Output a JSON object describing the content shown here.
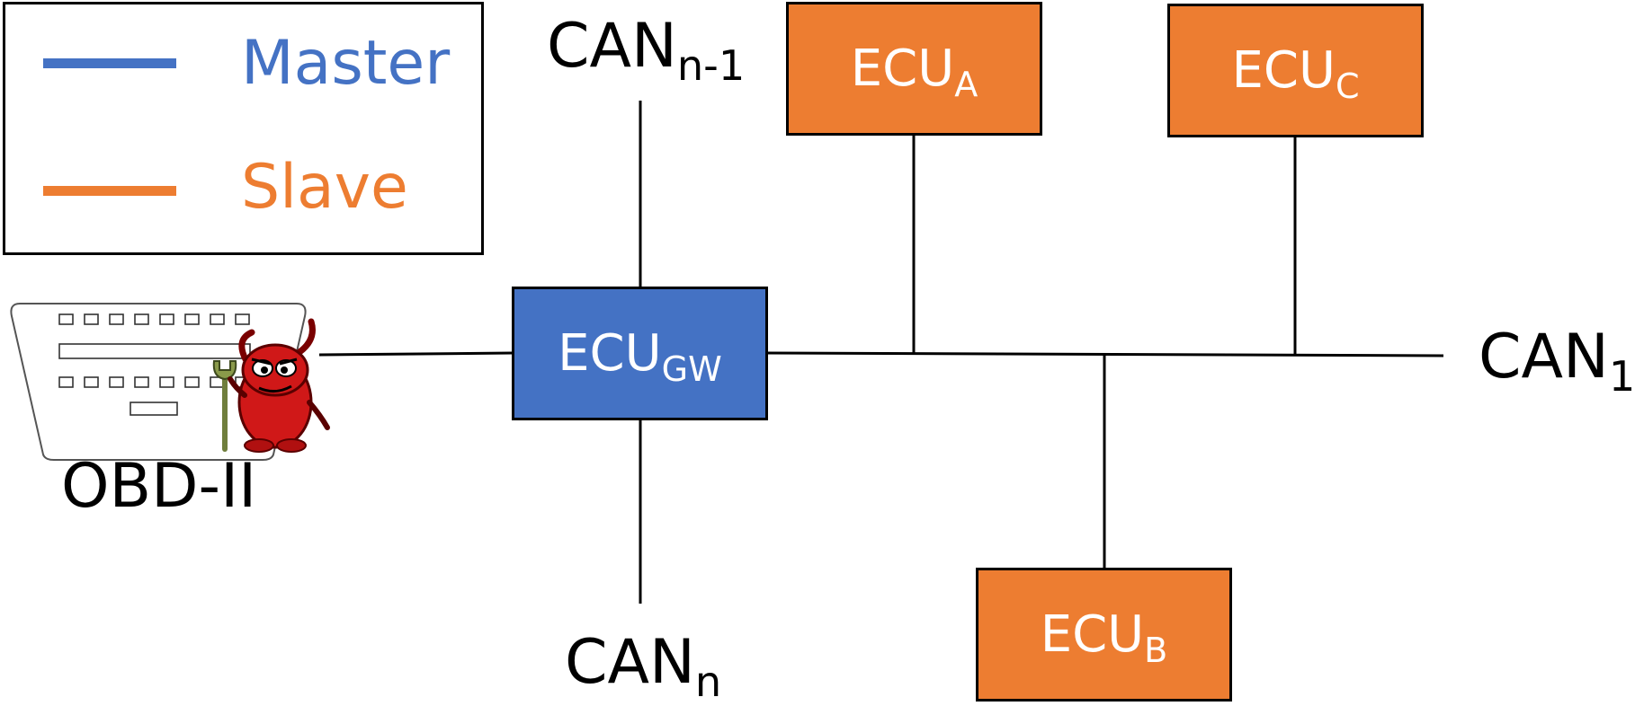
{
  "legend": {
    "master_label": "Master",
    "slave_label": "Slave"
  },
  "colors": {
    "master": "#4472C4",
    "slave": "#ED7D31",
    "line": "#000000",
    "text_on_box": "#ffffff"
  },
  "nodes": {
    "gateway": {
      "name": "ECU",
      "sub": "GW",
      "role": "master"
    },
    "ecu_a": {
      "name": "ECU",
      "sub": "A",
      "role": "slave"
    },
    "ecu_b": {
      "name": "ECU",
      "sub": "B",
      "role": "slave"
    },
    "ecu_c": {
      "name": "ECU",
      "sub": "C",
      "role": "slave"
    }
  },
  "buses": {
    "can_n_minus_1": {
      "name": "CAN",
      "sub": "n-1"
    },
    "can_n": {
      "name": "CAN",
      "sub": "n"
    },
    "can_1": {
      "name": "CAN",
      "sub": "1"
    }
  },
  "obd": {
    "label": "OBD-II",
    "icons": [
      "obd-connector-icon",
      "devil-attacker-icon",
      "wrench-icon"
    ]
  }
}
